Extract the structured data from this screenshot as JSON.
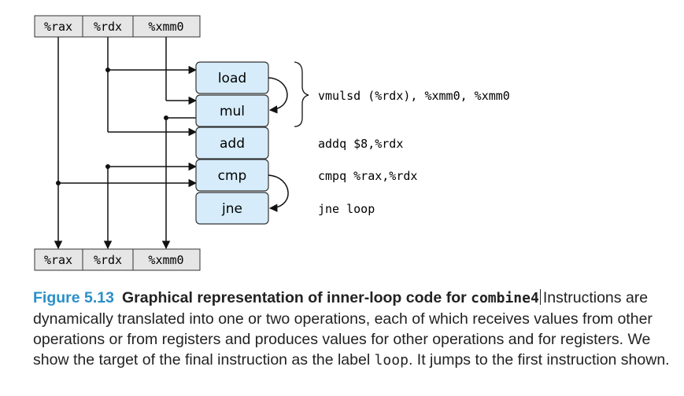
{
  "registers": [
    "%rax",
    "%rdx",
    "%xmm0"
  ],
  "operations": [
    "load",
    "mul",
    "add",
    "cmp",
    "jne"
  ],
  "instructions": [
    "vmulsd (%rdx), %xmm0, %xmm0",
    "addq $8,%rdx",
    "cmpq %rax,%rdx",
    "jne loop"
  ],
  "caption": {
    "label": "Figure 5.13",
    "title_prefix": "Graphical representation of inner-loop code for ",
    "title_code": "combine4",
    "body_1": "Instructions are dynamically translated into one or two operations, each of which receives values from other operations or from registers and produces values for other operations and for registers. We show the target of the final instruction as the label ",
    "body_code": "loop",
    "body_2": ". It jumps to the first instruction shown."
  },
  "colors": {
    "op_fill": "#d6ecfa",
    "op_stroke": "#333333",
    "reg_fill": "#e6e6e6",
    "line": "#111111",
    "caption_label": "#2a8fc7"
  }
}
